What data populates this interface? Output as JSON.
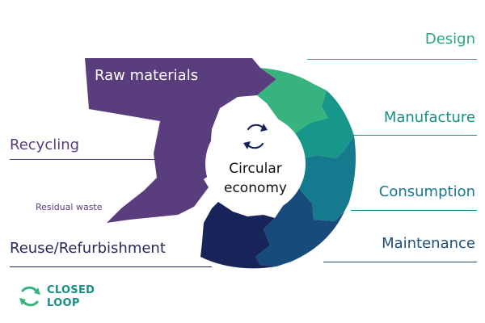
{
  "center": {
    "line1": "Circular",
    "line2": "economy",
    "icon": "cycle-arrows-icon"
  },
  "stages": {
    "raw_materials": "Raw materials",
    "design": "Design",
    "manufacture": "Manufacture",
    "consumption": "Consumption",
    "maintenance": "Maintenance",
    "reuse": "Reuse/Refurbishment",
    "residual": "Residual waste",
    "recycling": "Recycling"
  },
  "logo": {
    "line1": "CLOSED",
    "line2": "LOOP",
    "icon": "closed-loop-icon"
  },
  "colors": {
    "purple": "#5a3d7c",
    "green": "#36b37e",
    "teal": "#17968a",
    "teal_blue": "#167a8e",
    "blue": "#164b7c",
    "navy": "#17255a",
    "label_green": "#2aa876",
    "label_teal": "#168f84",
    "label_teal_blue": "#177790",
    "label_blue": "#1b4f7c",
    "label_navy": "#1e2a5a"
  }
}
